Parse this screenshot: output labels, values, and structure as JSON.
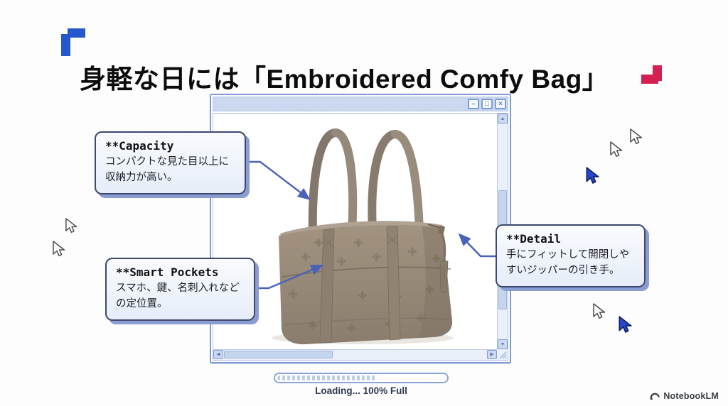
{
  "slide": {
    "title": "身軽な日には「Embroidered Comfy Bag」"
  },
  "window": {
    "controls": {
      "minimize": "–",
      "maximize": "□",
      "close": "✕"
    },
    "scroll": {
      "up": "▲",
      "down": "▼",
      "left": "◀",
      "right": "▶"
    }
  },
  "callouts": [
    {
      "title": "**Capacity",
      "body": "コンパクトな見た目以上に収納力が高い。"
    },
    {
      "title": "**Smart Pockets",
      "body": "スマホ、鍵、名刺入れなどの定位置。"
    },
    {
      "title": "**Detail",
      "body": "手にフィットして開閉しやすいジッパーの引き手。"
    }
  ],
  "loading": {
    "label": "Loading... 100% Full"
  },
  "brand": {
    "name": "NotebookLM"
  },
  "colors": {
    "accent_blue": "#2458cc",
    "accent_red": "#d42050",
    "window_blue": "#7e9cd4",
    "arrow_blue": "#4a63b8",
    "bag_taupe": "#97897a"
  }
}
